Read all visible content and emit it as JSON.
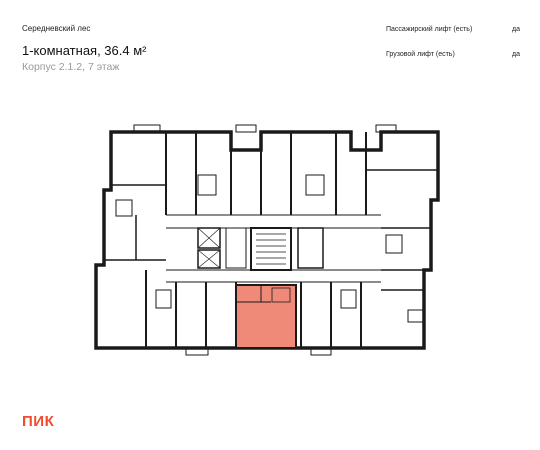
{
  "header": {
    "complex_name": "Середневский лес",
    "title": "1-комнатная, 36.4 м²",
    "subtitle": "Корпус 2.1.2, 7 этаж"
  },
  "properties": [
    {
      "label": "Пассажирский лифт (есть)",
      "value": "да"
    },
    {
      "label": "Грузовой лифт (есть)",
      "value": "да"
    }
  ],
  "logo": {
    "text": "ПИК"
  },
  "colors": {
    "highlight": "#f08a78",
    "wall": "#1a1a1a",
    "brand": "#f24b2e"
  }
}
